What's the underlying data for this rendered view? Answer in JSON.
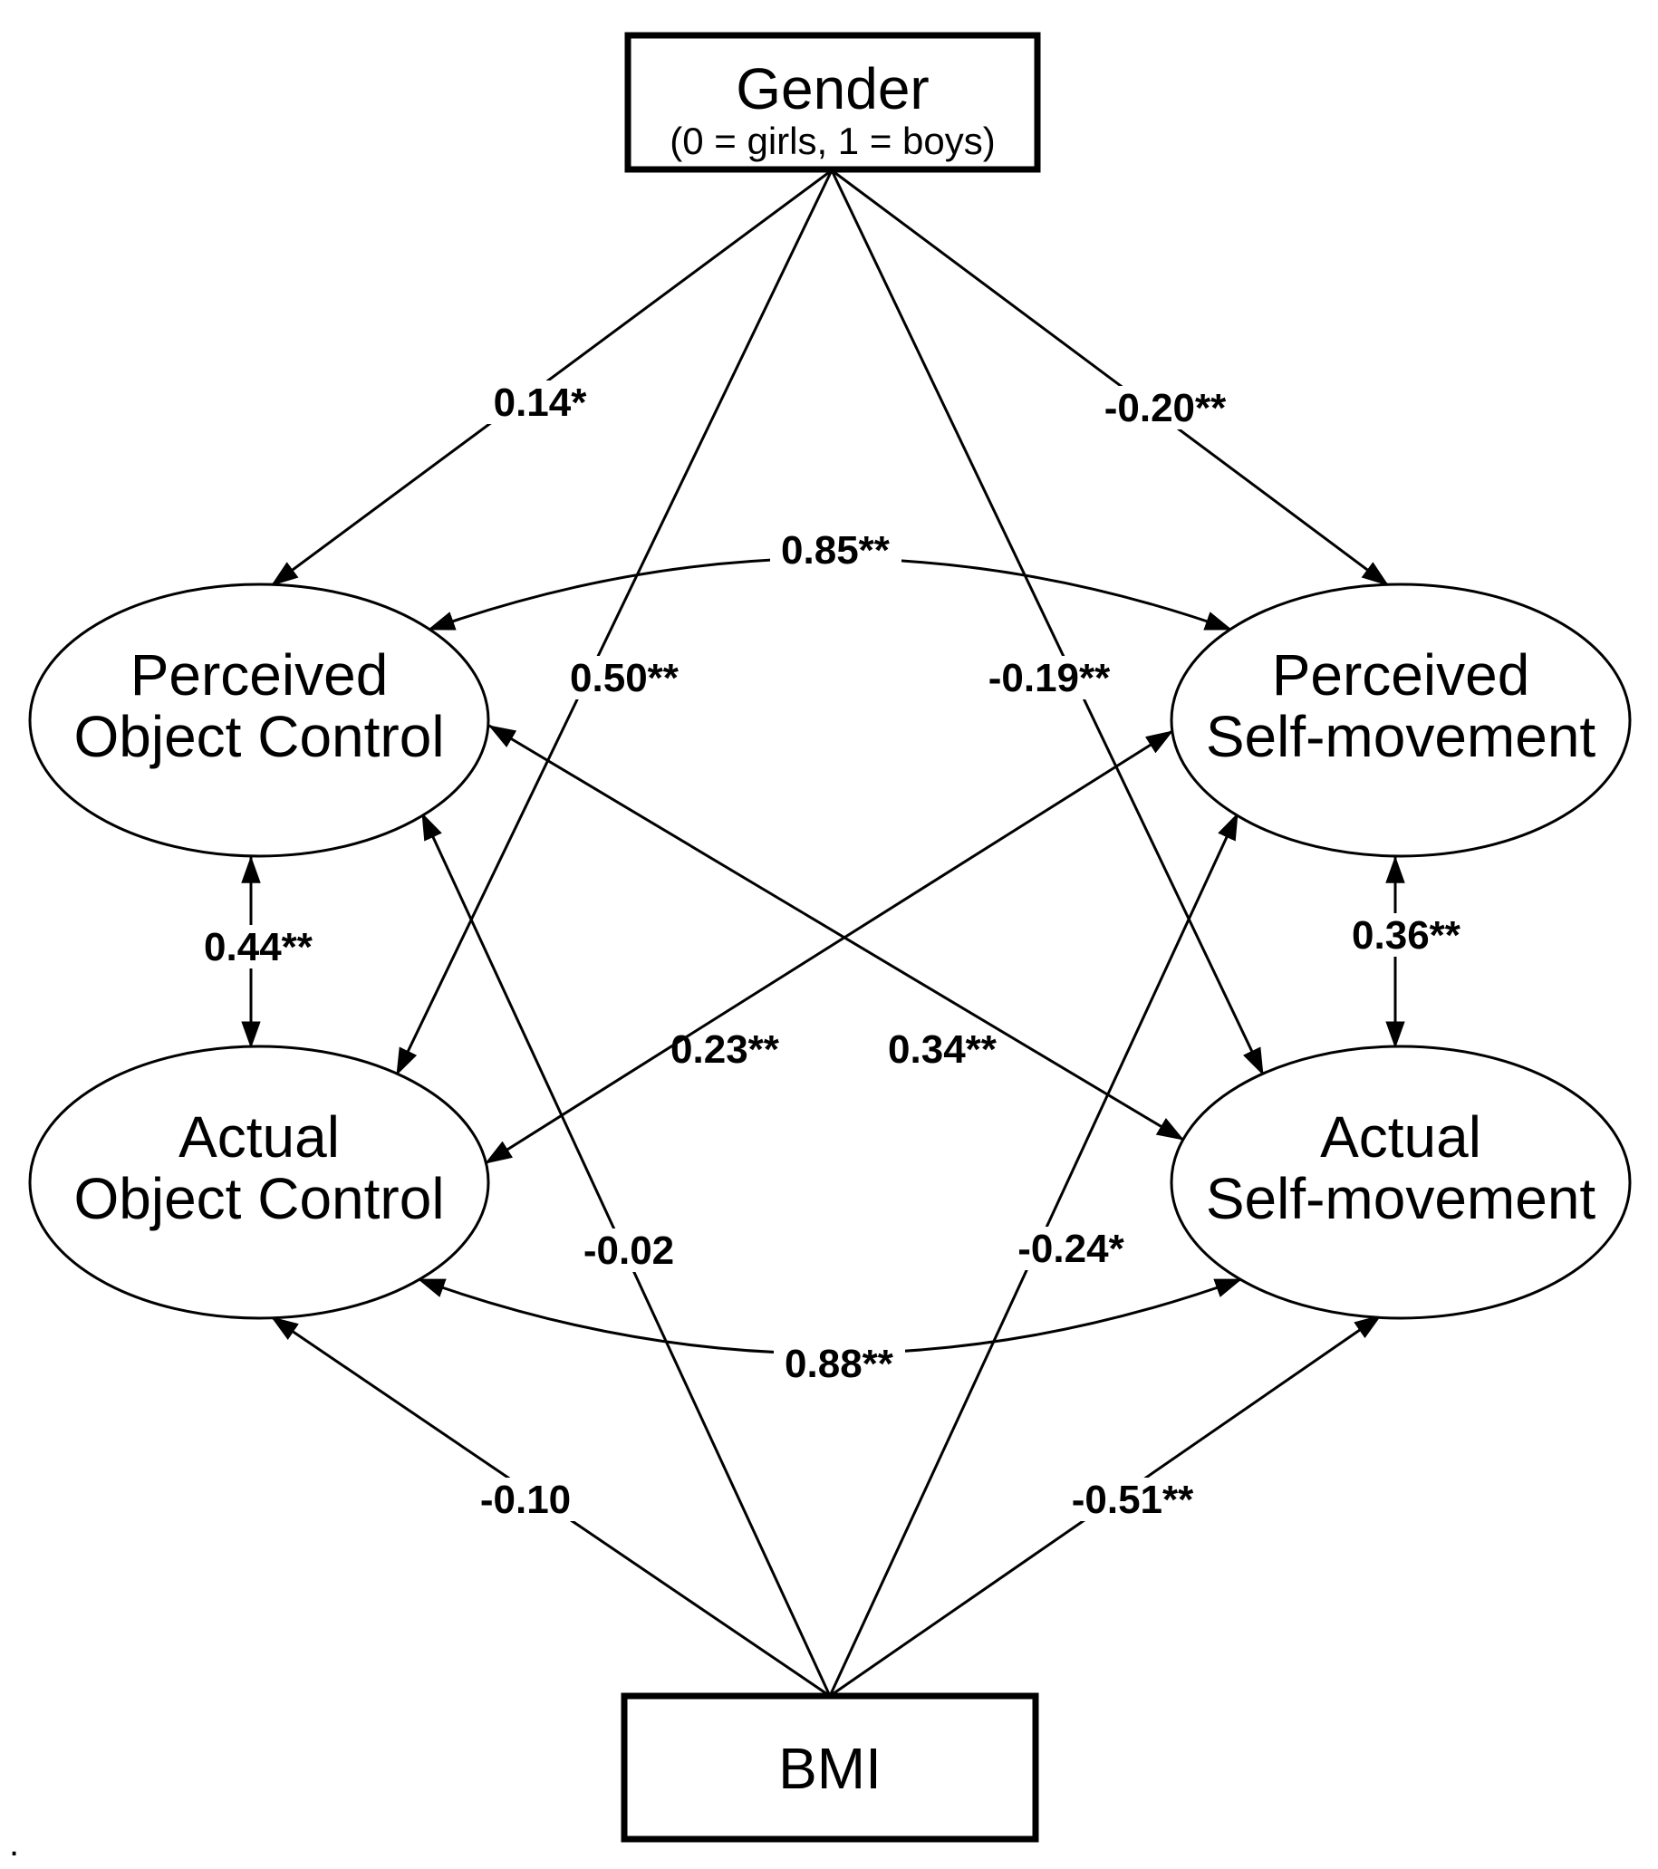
{
  "figure": {
    "background": "#ffffff",
    "line_color": "#000000",
    "text_color": "#000000",
    "footnote": "."
  },
  "nodes": {
    "gender": {
      "shape": "rectangle",
      "title": "Gender",
      "subtitle": "(0 = girls, 1 = boys)"
    },
    "bmi": {
      "shape": "rectangle",
      "label": "BMI"
    },
    "poc": {
      "shape": "ellipse",
      "line1": "Perceived",
      "line2": "Object Control"
    },
    "psm": {
      "shape": "ellipse",
      "line1": "Perceived",
      "line2": "Self-movement"
    },
    "aoc": {
      "shape": "ellipse",
      "line1": "Actual",
      "line2": "Object Control"
    },
    "asm": {
      "shape": "ellipse",
      "line1": "Actual",
      "line2": "Self-movement"
    }
  },
  "edges": {
    "g_poc": {
      "from": "Gender",
      "to": "Perceived Object Control",
      "arrow": "single",
      "label": "0.14*"
    },
    "g_psm": {
      "from": "Gender",
      "to": "Perceived Self-movement",
      "arrow": "single",
      "label": "-0.20**"
    },
    "g_aoc": {
      "from": "Gender",
      "to": "Actual Object Control",
      "arrow": "single",
      "label": "0.50**"
    },
    "g_asm": {
      "from": "Gender",
      "to": "Actual Self-movement",
      "arrow": "single",
      "label": "-0.19**"
    },
    "b_poc": {
      "from": "BMI",
      "to": "Perceived Object Control",
      "arrow": "single",
      "label": "-0.02"
    },
    "b_psm": {
      "from": "BMI",
      "to": "Perceived Self-movement",
      "arrow": "single",
      "label": "-0.24*"
    },
    "b_aoc": {
      "from": "BMI",
      "to": "Actual Object Control",
      "arrow": "single",
      "label": "-0.10"
    },
    "b_asm": {
      "from": "BMI",
      "to": "Actual Self-movement",
      "arrow": "single",
      "label": "-0.51**"
    },
    "poc_psm": {
      "from": "Perceived Object Control",
      "to": "Perceived Self-movement",
      "arrow": "double",
      "label": "0.85**"
    },
    "aoc_asm": {
      "from": "Actual Object Control",
      "to": "Actual Self-movement",
      "arrow": "double",
      "label": "0.88**"
    },
    "poc_aoc": {
      "from": "Perceived Object Control",
      "to": "Actual Object Control",
      "arrow": "double",
      "label": "0.44**"
    },
    "psm_asm": {
      "from": "Perceived Self-movement",
      "to": "Actual Self-movement",
      "arrow": "double",
      "label": "0.36**"
    },
    "poc_asm": {
      "from": "Perceived Object Control",
      "to": "Actual Self-movement",
      "arrow": "double",
      "label": "0.34**"
    },
    "aoc_psm": {
      "from": "Actual Object Control",
      "to": "Perceived Self-movement",
      "arrow": "double",
      "label": "0.23**"
    }
  }
}
